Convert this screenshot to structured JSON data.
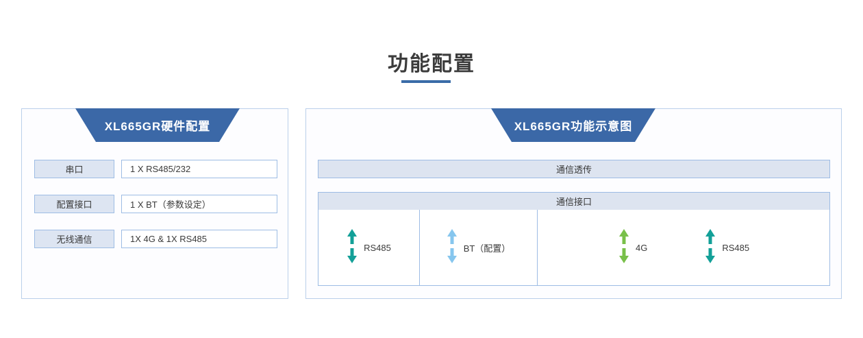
{
  "page": {
    "title": "功能配置",
    "background": "#ffffff",
    "accent_color": "#3a6ca8"
  },
  "cards": {
    "left": {
      "banner_title": "XL665GR硬件配置",
      "banner_color": "#3b68a7",
      "rows": [
        {
          "label": "串口",
          "value": "1 X RS485/232"
        },
        {
          "label": "配置接口",
          "value": "1 X BT（参数设定）"
        },
        {
          "label": "无线通信",
          "value": "1X 4G & 1X RS485"
        }
      ]
    },
    "right": {
      "banner_title": "XL665GR功能示意图",
      "banner_color": "#3b68a7",
      "bars": [
        {
          "label": "通信透传"
        },
        {
          "label": "通信接口"
        }
      ],
      "interfaces": [
        {
          "label": "RS485",
          "color": "#13a098",
          "icon": "double-arrow-vertical-icon"
        },
        {
          "label": "BT（配置）",
          "color": "#86c6ee",
          "icon": "double-arrow-vertical-icon"
        },
        {
          "label": "4G",
          "color": "#79c04a",
          "icon": "double-arrow-vertical-icon"
        },
        {
          "label": "RS485",
          "color": "#13a098",
          "icon": "double-arrow-vertical-icon"
        }
      ]
    }
  }
}
